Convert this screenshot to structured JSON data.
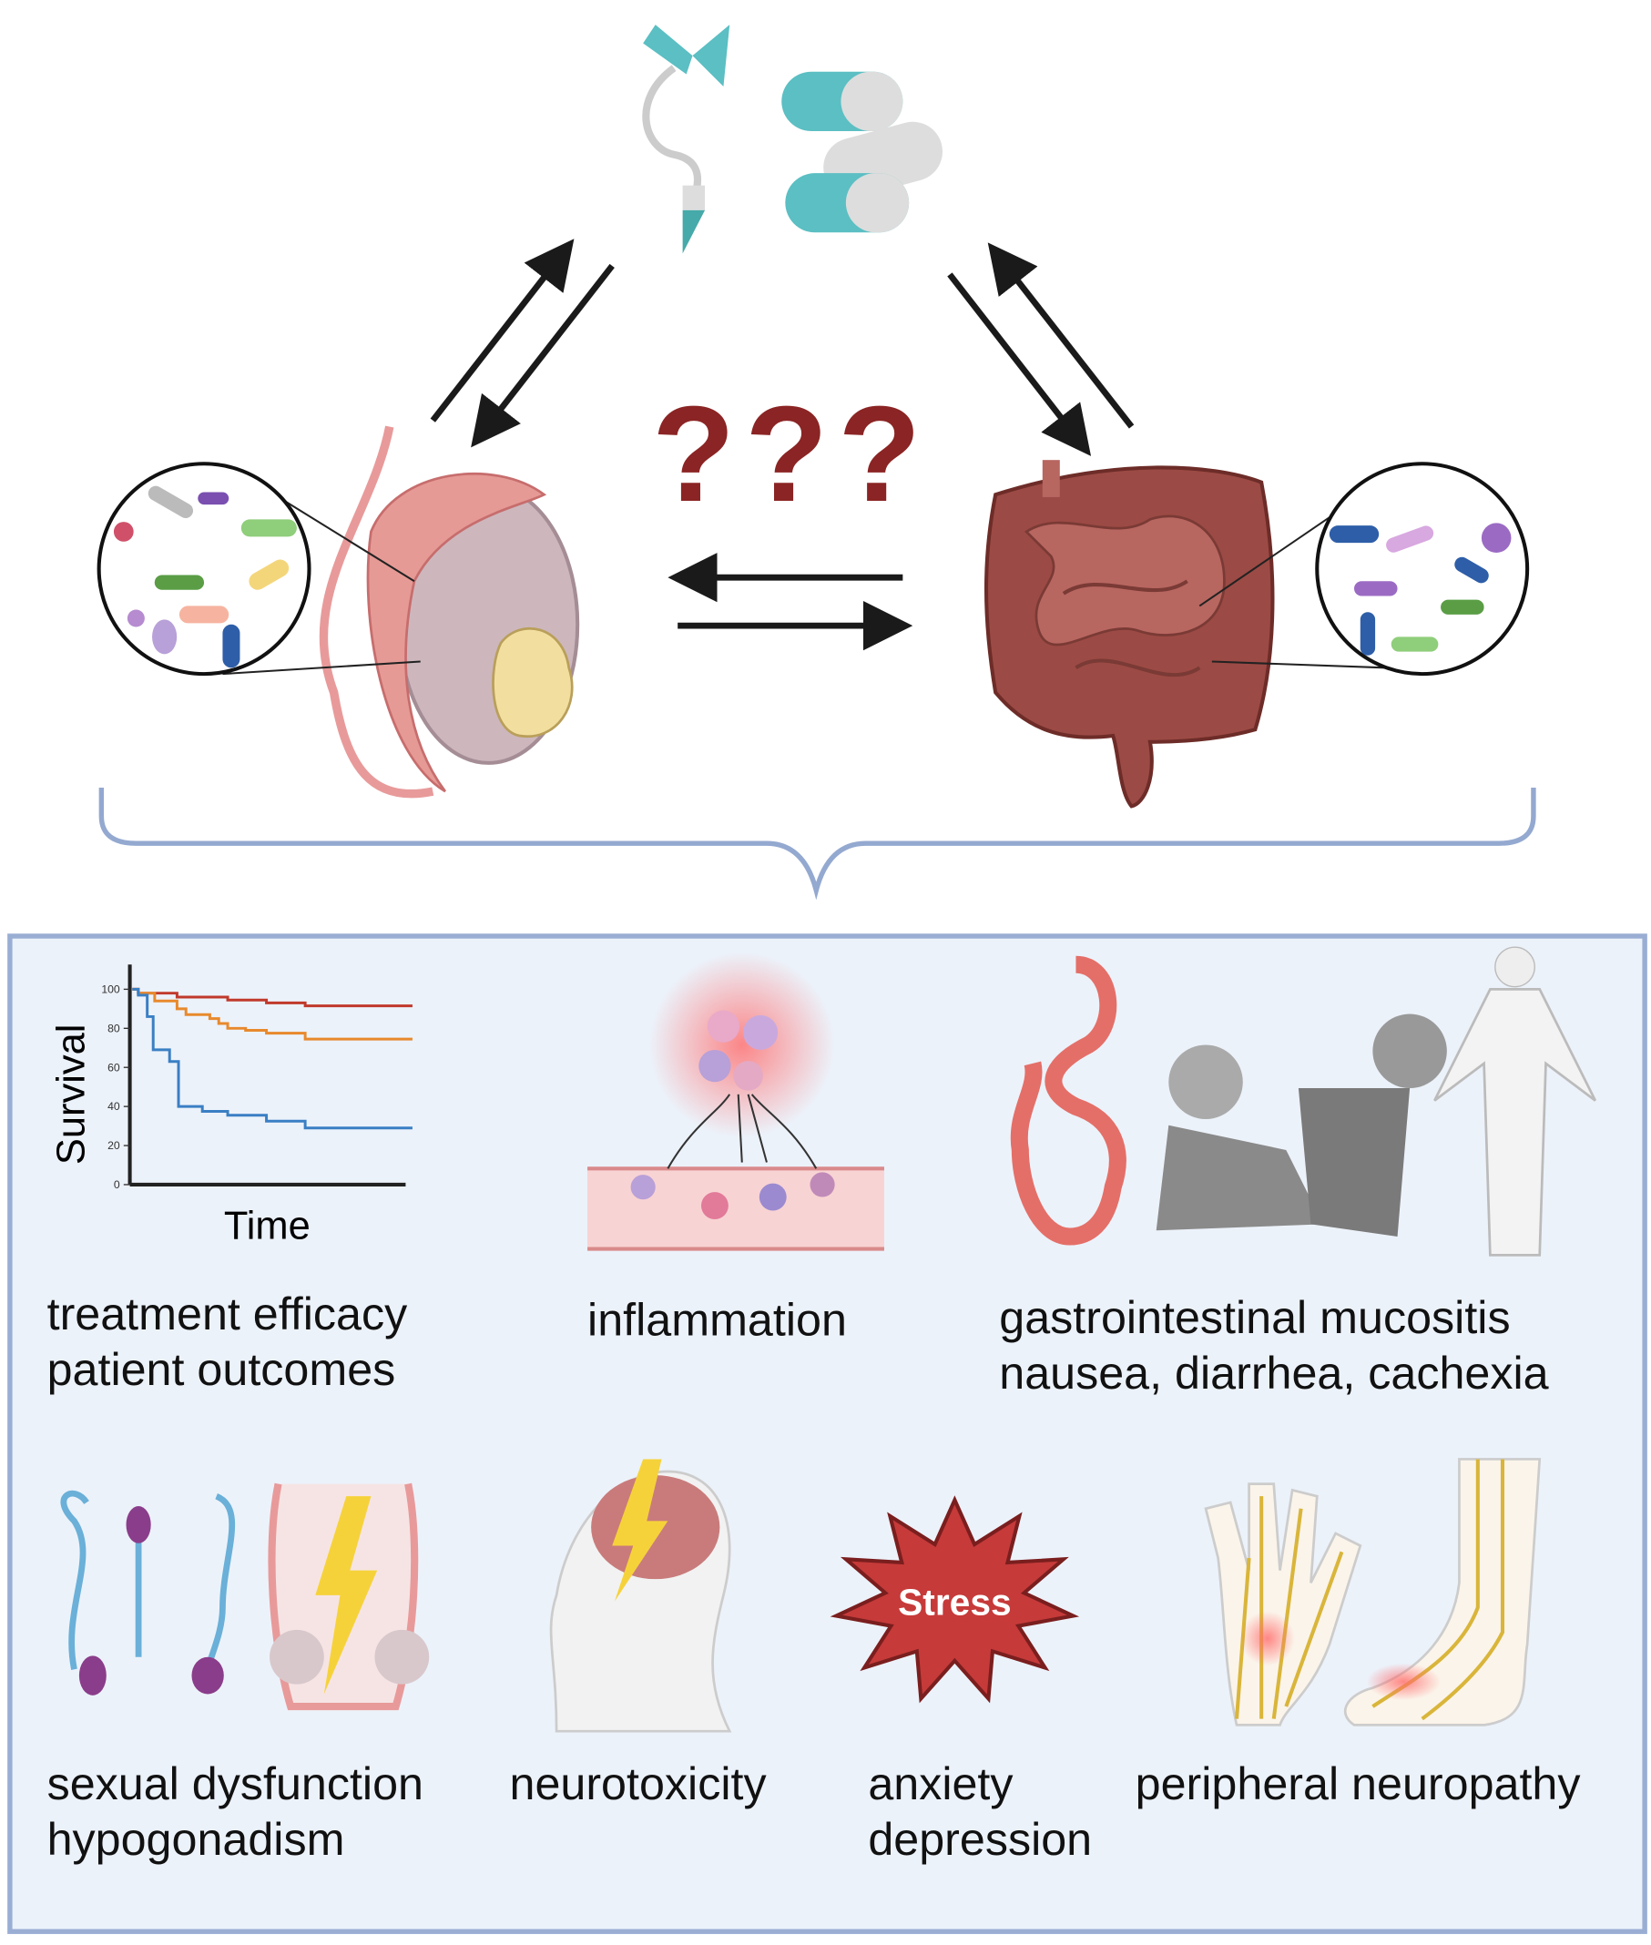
{
  "center_symbol": "???",
  "outcomes": {
    "row1": [
      {
        "lines": [
          "treatment efficacy",
          "patient outcomes"
        ]
      },
      {
        "lines": [
          "inflammation"
        ]
      },
      {
        "lines": [
          "gastrointestinal mucositis",
          "nausea, diarrhea, cachexia"
        ]
      }
    ],
    "row2": [
      {
        "lines": [
          "sexual dysfunction",
          "hypogonadism"
        ]
      },
      {
        "lines": [
          "neurotoxicity"
        ]
      },
      {
        "lines": [
          "anxiety",
          "depression"
        ]
      },
      {
        "lines": [
          "peripheral neuropathy"
        ]
      }
    ],
    "stress_label": "Stress"
  },
  "colors": {
    "box_fill": "#ecf2fa",
    "box_stroke": "#9aaed4",
    "question": "#8b2424",
    "teal": "#5bbfc3"
  },
  "chart_data": {
    "type": "line",
    "title": "",
    "xlabel": "Time",
    "ylabel": "Survival",
    "ylim": [
      0,
      100
    ],
    "xlim": [
      0,
      10
    ],
    "yticks": [
      "0",
      "20",
      "40",
      "60",
      "80",
      "100"
    ],
    "series": [
      {
        "name": "red",
        "color": "#c0392b",
        "x": [
          0,
          0.2,
          1.5,
          3.2,
          4.5,
          5.8,
          9.4
        ],
        "y": [
          100,
          98,
          96,
          94.5,
          93,
          91.5,
          91.5
        ]
      },
      {
        "name": "orange",
        "color": "#e8892c",
        "x": [
          0,
          0.2,
          0.75,
          1.5,
          1.8,
          2.6,
          2.9,
          3.2,
          3.8,
          4.5,
          5.8,
          9.4
        ],
        "y": [
          100,
          98,
          94,
          90,
          87,
          85,
          82.5,
          80,
          79,
          77.5,
          74.5,
          74.5
        ]
      },
      {
        "name": "blue",
        "color": "#3a7fc4",
        "x": [
          0,
          0.2,
          0.5,
          0.7,
          1.25,
          1.55,
          2.35,
          3.2,
          4.5,
          5.8,
          9.4
        ],
        "y": [
          100,
          97,
          86,
          69,
          63,
          40,
          37.5,
          35.5,
          32.5,
          29,
          29
        ]
      }
    ]
  }
}
